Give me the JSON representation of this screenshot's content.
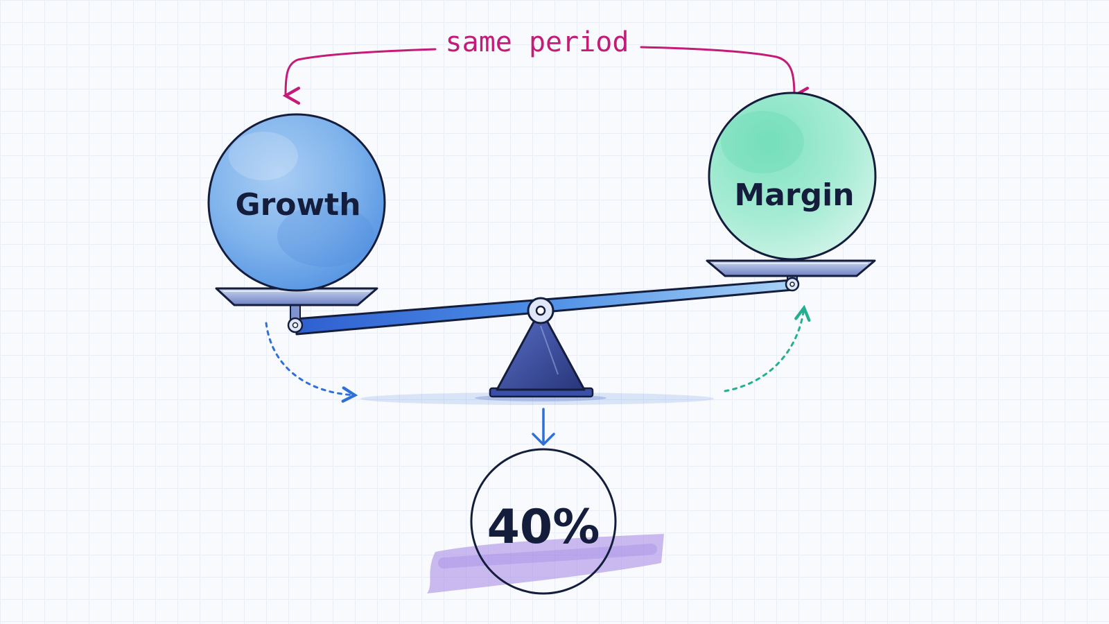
{
  "annotation": {
    "label": "same period"
  },
  "left_weight": {
    "label": "Growth"
  },
  "right_weight": {
    "label": "Margin"
  },
  "result": {
    "label": "40%"
  },
  "colors": {
    "annotation": "#c41a78",
    "growth": "#6aa8ea",
    "margin": "#7fe2bf",
    "beam": "#3f7fdc",
    "result_wash": "#a98ee6",
    "outline": "#141d3b",
    "left_arrow": "#2f6fd8",
    "right_arrow": "#23b08f"
  },
  "icons": {
    "fulcrum": "triangle-fulcrum-icon",
    "down_arrow": "arrow-down-icon"
  }
}
